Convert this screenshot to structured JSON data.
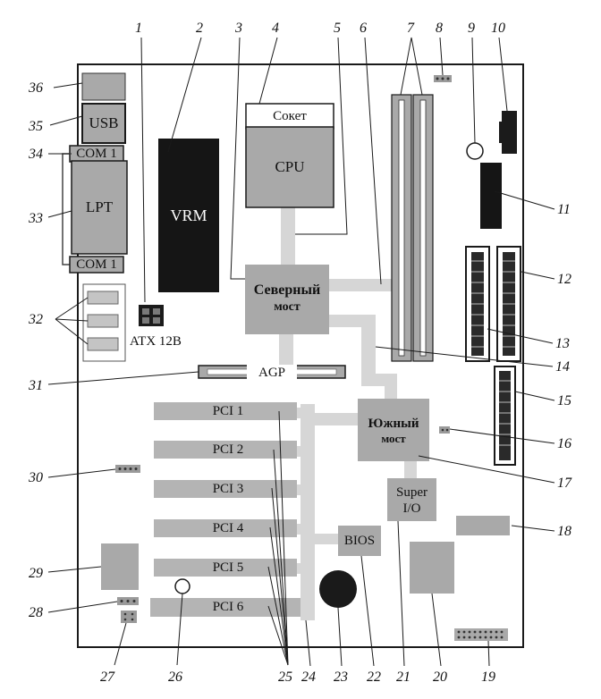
{
  "components": {
    "usb": "USB",
    "com1_top": "COM 1",
    "lpt": "LPT",
    "com1_bottom": "COM 1",
    "vrm": "VRM",
    "socket": "Сокет",
    "cpu": "CPU",
    "northbridge_line1": "Северный",
    "northbridge_line2": "мост",
    "atx": "ATX 12В",
    "agp": "AGP",
    "southbridge_line1": "Южный",
    "southbridge_line2": "мост",
    "superio_line1": "Super",
    "superio_line2": "I/O",
    "bios": "BIOS",
    "pci_slots": [
      "PCI 1",
      "PCI 2",
      "PCI 3",
      "PCI 4",
      "PCI 5",
      "PCI 6"
    ]
  },
  "callouts": [
    "1",
    "2",
    "3",
    "4",
    "5",
    "6",
    "7",
    "8",
    "9",
    "10",
    "11",
    "12",
    "13",
    "14",
    "15",
    "16",
    "17",
    "18",
    "19",
    "20",
    "21",
    "22",
    "23",
    "24",
    "25",
    "26",
    "27",
    "28",
    "29",
    "30",
    "31",
    "32",
    "33",
    "34",
    "35",
    "36"
  ],
  "colors": {
    "chip": "#a9a9a9",
    "dark": "#151515",
    "bus": "#d6d6d6",
    "slot": "#b4b4b4",
    "outline": "#1a1a1a"
  }
}
